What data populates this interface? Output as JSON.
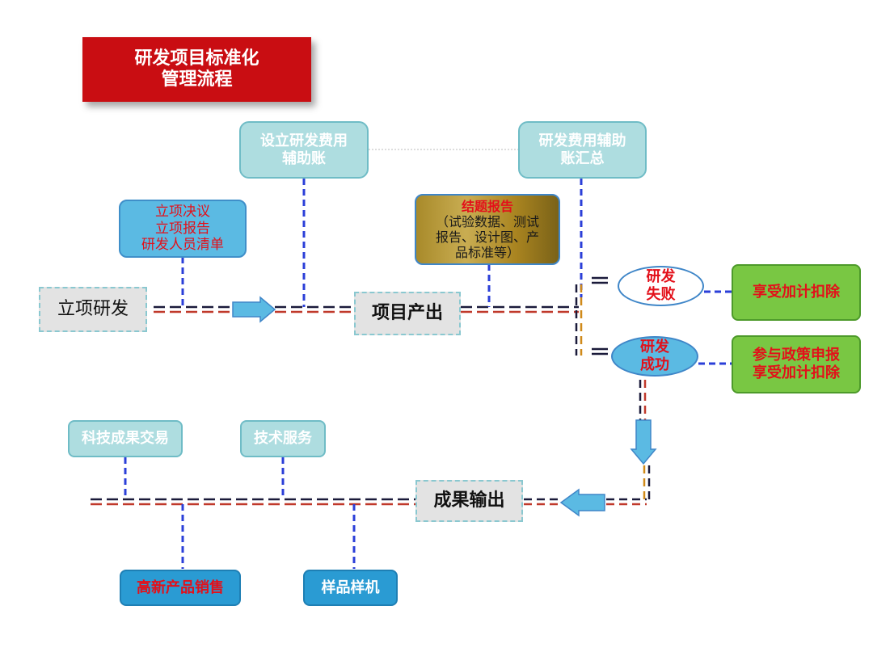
{
  "title": {
    "line1": "研发项目标准化",
    "line2": "管理流程"
  },
  "nodes": {
    "setup_account": {
      "line1": "设立研发费用",
      "line2": "辅助账"
    },
    "account_summary": {
      "line1": "研发费用辅助",
      "line2": "账汇总"
    },
    "project_docs": {
      "line1": "立项决议",
      "line2": "立项报告",
      "line3": "研发人员清单"
    },
    "start_rd": {
      "label": "立项研发"
    },
    "project_output": {
      "label": "项目产出"
    },
    "final_report": {
      "title": "结题报告",
      "line1": "（试验数据、测试",
      "line2": "报告、设计图、产",
      "line3": "品标准等）"
    },
    "rd_failure": {
      "line1": "研发",
      "line2": "失败"
    },
    "rd_success": {
      "line1": "研发",
      "line2": "成功"
    },
    "deduction_failure": {
      "label": "享受加计扣除"
    },
    "deduction_success": {
      "line1": "参与政策申报",
      "line2": "享受加计扣除"
    },
    "tech_trade": {
      "label": "科技成果交易"
    },
    "tech_service": {
      "label": "技术服务"
    },
    "result_output": {
      "label": "成果输出"
    },
    "hightech_sales": {
      "label": "高新产品销售"
    },
    "sample": {
      "label": "样品样机"
    }
  },
  "colors": {
    "title_bg": "#c90d12",
    "teal": "#aedde0",
    "blue": "#5bbae3",
    "green": "#79c743",
    "dark_blue": "#2a9bd3",
    "red_text": "#e3101a",
    "connector_blue": "#2b3fd8",
    "connector_dark": "#1a1a3a",
    "connector_red": "#c0392b"
  }
}
